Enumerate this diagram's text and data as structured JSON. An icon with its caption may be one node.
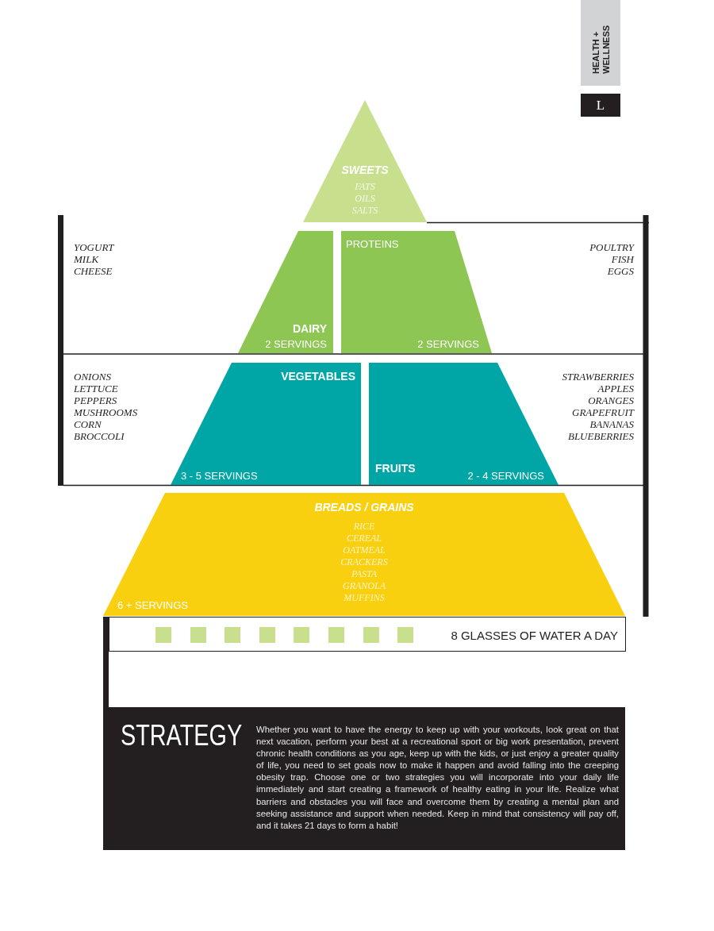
{
  "diagram": {
    "nodes": [
      {
        "text": [
          "SWEETS",
          "FATS",
          "OILS",
          "SALTS"
        ]
      },
      {
        "text": [
          "DAIRY",
          "2 SERVINGS"
        ],
        "beside": [
          "YOGURT",
          "MILK",
          "CHEESE"
        ]
      },
      {
        "text": [
          "PROTEINS",
          "2 SERVINGS"
        ],
        "beside": [
          "POULTRY",
          "FISH",
          "EGGS"
        ]
      },
      {
        "text": [
          "VEGETABLES",
          "3 - 5 SERVINGS"
        ],
        "beside": [
          "ONIONS",
          "LETTUCE",
          "PEPPERS",
          "MUSHROOMS",
          "CORN",
          "BROCCOLI"
        ]
      },
      {
        "text": [
          "FRUITS",
          "2 - 4 SERVINGS"
        ],
        "beside": [
          "STRAWBERRIES",
          "APPLES",
          "ORANGES",
          "GRAPEFRUIT",
          "BANANAS",
          "BLUEBERRIES"
        ]
      },
      {
        "text": [
          "BREADS / GRAINS",
          "RICE",
          "CEREAL",
          "OATMEAL",
          "CRACKERS",
          "PASTA",
          "GRANOLA",
          "MUFFINS",
          "6 + SERVINGS"
        ]
      },
      {
        "text": [
          "8 GLASSES OF WATER A DAY"
        ]
      },
      {
        "text": [
          "STRATEGY",
          "Whether you want to have the energy to keep up with your workouts, look great on that next vacation, perform your best at a recreational sport or big work presentation, prevent chronic health conditions as you age, keep up with the kids, or just enjoy a greater quality of life, you need to set goals now to make it happen and avoid falling into the creeping obesity trap. Choose one or two strategies you will incorporate into your daily life immediately and start creating a framework of healthy eating in your life. Realize what barriers and obstacles you will face and overcome them by creating a mental plan and seeking assistance and support when needed. Keep in mind that consistency will pay off, and it takes 21 days to form a habit!"
        ]
      }
    ],
    "edges": [],
    "labels": [
      "HEALTH + WELLNESS",
      "L"
    ]
  }
}
